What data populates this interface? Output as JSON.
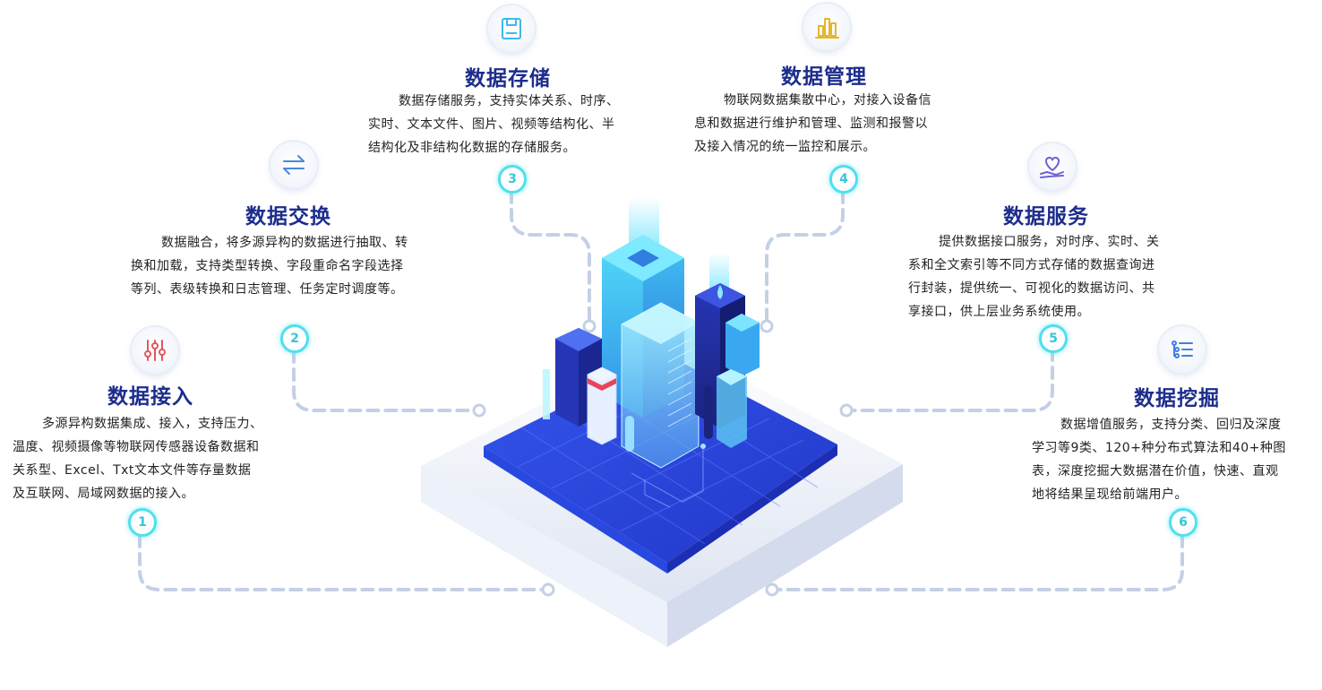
{
  "modules": [
    {
      "index": "1",
      "title": "数据接入",
      "icon": "sliders-icon",
      "lines": [
        "多源异构数据集成、接入，支持压力、",
        "温度、视频摄像等物联网传感器设备数据和",
        "关系型、Excel、Txt文本文件等存量数据",
        "及互联网、局域网数据的接入。"
      ]
    },
    {
      "index": "2",
      "title": "数据交换",
      "icon": "exchange-arrows-icon",
      "lines": [
        "数据融合，将多源异构的数据进行抽取、转",
        "换和加载，支持类型转换、字段重命名字段选择",
        "等列、表级转换和日志管理、任务定时调度等。"
      ]
    },
    {
      "index": "3",
      "title": "数据存储",
      "icon": "floppy-disk-icon",
      "lines": [
        "数据存储服务，支持实体关系、时序、",
        "实时、文本文件、图片、视频等结构化、半",
        "结构化及非结构化数据的存储服务。"
      ]
    },
    {
      "index": "4",
      "title": "数据管理",
      "icon": "bar-chart-icon",
      "lines": [
        "物联网数据集散中心，对接入设备信",
        "息和数据进行维护和管理、监测和报警以",
        "及接入情况的统一监控和展示。"
      ]
    },
    {
      "index": "5",
      "title": "数据服务",
      "icon": "heart-in-hand-icon",
      "lines": [
        "提供数据接口服务，对时序、实时、关",
        "系和全文索引等不同方式存储的数据查询进",
        "行封装，提供统一、可视化的数据访问、共",
        "享接口，供上层业务系统使用。"
      ]
    },
    {
      "index": "6",
      "title": "数据挖掘",
      "icon": "list-icon",
      "lines": [
        "数据增值服务，支持分类、回归及深度",
        "学习等9类、120+种分布式算法和40+种图",
        "表，深度挖掘大数据潜在价值，快速、直观",
        "地将结果呈现给前端用户。"
      ]
    }
  ],
  "colors": {
    "title": "#1c2d8c",
    "connector": "#c3d0e6",
    "badge_ring": "#4fe0ee",
    "platform_blue": "#2f4de6",
    "tower_cyan": "#4fd8f5",
    "tower_navy": "#1e2a9c"
  }
}
